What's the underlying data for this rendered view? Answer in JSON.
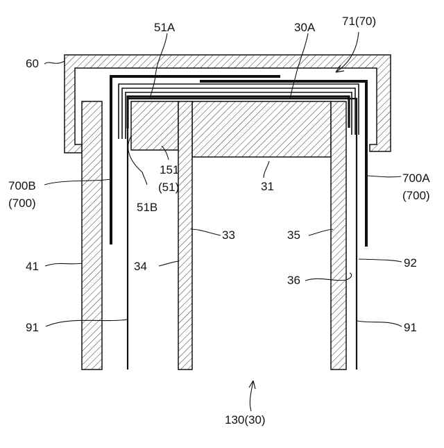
{
  "colors": {
    "ink": "#111111",
    "background": "#ffffff"
  },
  "labels": {
    "ref_60": "60",
    "ref_51a": "51A",
    "ref_30a": "30A",
    "ref_71": "71(70)",
    "ref_151": "151",
    "ref_51_paren": "(51)",
    "ref_51b": "51B",
    "ref_31": "31",
    "ref_700b": "700B",
    "ref_700b_paren": "(700)",
    "ref_700a": "700A",
    "ref_700a_paren": "(700)",
    "ref_33": "33",
    "ref_35": "35",
    "ref_34": "34",
    "ref_92": "92",
    "ref_41": "41",
    "ref_36": "36",
    "ref_91_left": "91",
    "ref_91_right": "91",
    "ref_130": "130(30)"
  }
}
